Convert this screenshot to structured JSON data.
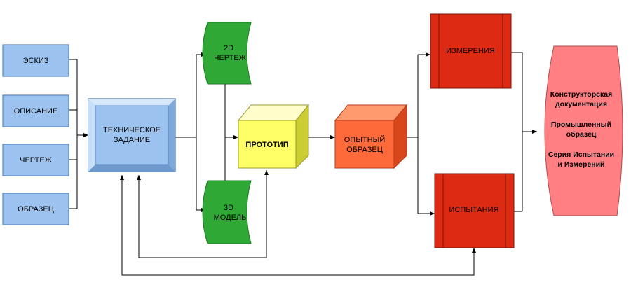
{
  "colors": {
    "blue_fill": "#9cc3f0",
    "blue_stroke": "#5b86c0",
    "green_fill": "#2fa836",
    "yellow_front": "#ffff66",
    "orange_front": "#ff6a3a",
    "red_fill": "#dd2a12",
    "pink_fill": "#ff7f82",
    "line": "#000000"
  },
  "inputs": {
    "sketch": "ЭСКИЗ",
    "description": "ОПИСАНИЕ",
    "drawing": "ЧЕРТЕЖ",
    "sample": "ОБРАЗЕЦ"
  },
  "tech_task": {
    "line1": "ТЕХНИЧЕСКОЕ",
    "line2": "ЗАДАНИЕ"
  },
  "drawing_2d": {
    "line1": "2D",
    "line2": "ЧЕРТЕЖ"
  },
  "model_3d": {
    "line1": "3D",
    "line2": "МОДЕЛЬ"
  },
  "prototype": "ПРОТОТИП",
  "pilot_sample": {
    "line1": "ОПЫТНЫЙ",
    "line2": "ОБРАЗЕЦ"
  },
  "measurements": "ИЗМЕРЕНИЯ",
  "tests": "ИСПЫТАНИЯ",
  "documentation": {
    "line1": "Конструкторская",
    "line2": "документация",
    "line3": "Промышленный",
    "line4": "образец",
    "line5": "Серия Испытании",
    "line6": "и Измерений"
  }
}
